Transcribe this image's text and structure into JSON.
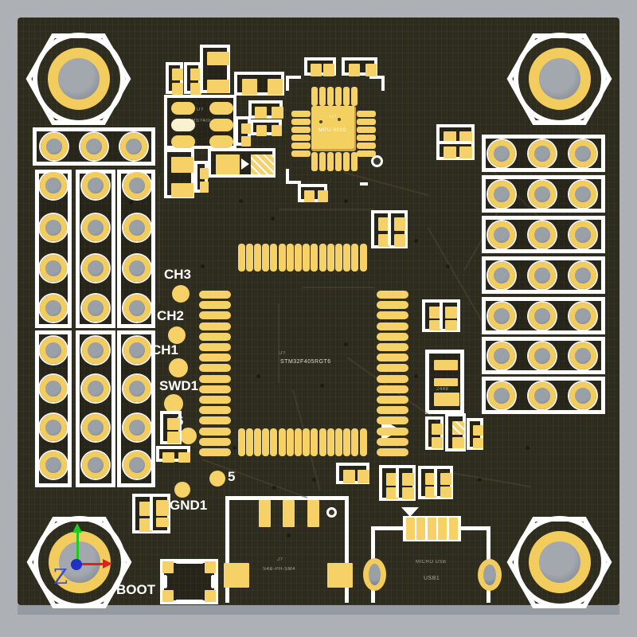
{
  "window": {
    "view": "pcb-3d-top-view"
  },
  "colors": {
    "background": "#adb1b6",
    "board": "#2e2c1e",
    "copper_pad": "#f2cd5e",
    "drill_hole": "#8a909a",
    "silkscreen": "#ffffff",
    "axis_x": "#e02020",
    "axis_y": "#1ecb1e",
    "axis_z": "#2030c0"
  },
  "components": {
    "mcu": {
      "refdes": "U?",
      "part": "STM32F405RGT6"
    },
    "imu": {
      "refdes": "U?",
      "part": "MPU-6000"
    },
    "regulator": {
      "refdes": "U?",
      "part": "AMS?4III"
    },
    "inductor": {
      "part": "2448"
    },
    "usb": {
      "type_label": "MICRO USB",
      "refdes": "USB1"
    },
    "jst": {
      "refdes": "J?",
      "part": "S4B-PH-SM4"
    }
  },
  "silk_labels": {
    "ch3": "CH3",
    "ch2": "CH2",
    "ch1": "CH1",
    "swd1": "SWD1",
    "pad6": "6",
    "pad5": "5",
    "gnd1": "GND1",
    "boot": "BOOT"
  },
  "axis_marker": {
    "z_label": "Z"
  }
}
